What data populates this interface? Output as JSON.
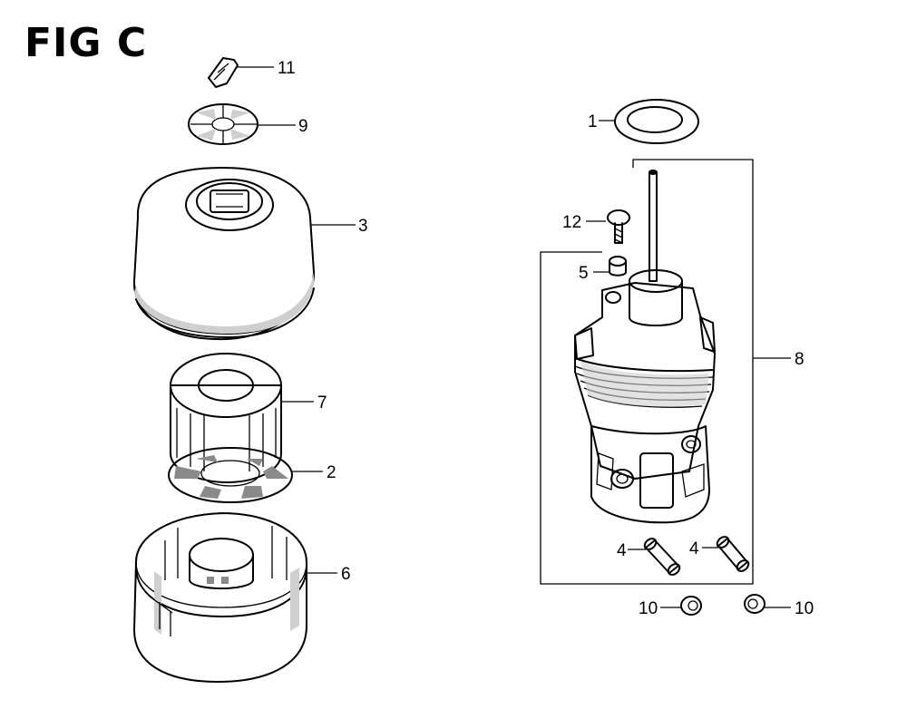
{
  "figure": {
    "title": "FIG C"
  },
  "callouts": {
    "c1": "1",
    "c2": "2",
    "c3": "3",
    "c4a": "4",
    "c4b": "4",
    "c5": "5",
    "c6": "6",
    "c7": "7",
    "c8": "8",
    "c9": "9",
    "c10a": "10",
    "c10b": "10",
    "c11": "11",
    "c12": "12"
  }
}
